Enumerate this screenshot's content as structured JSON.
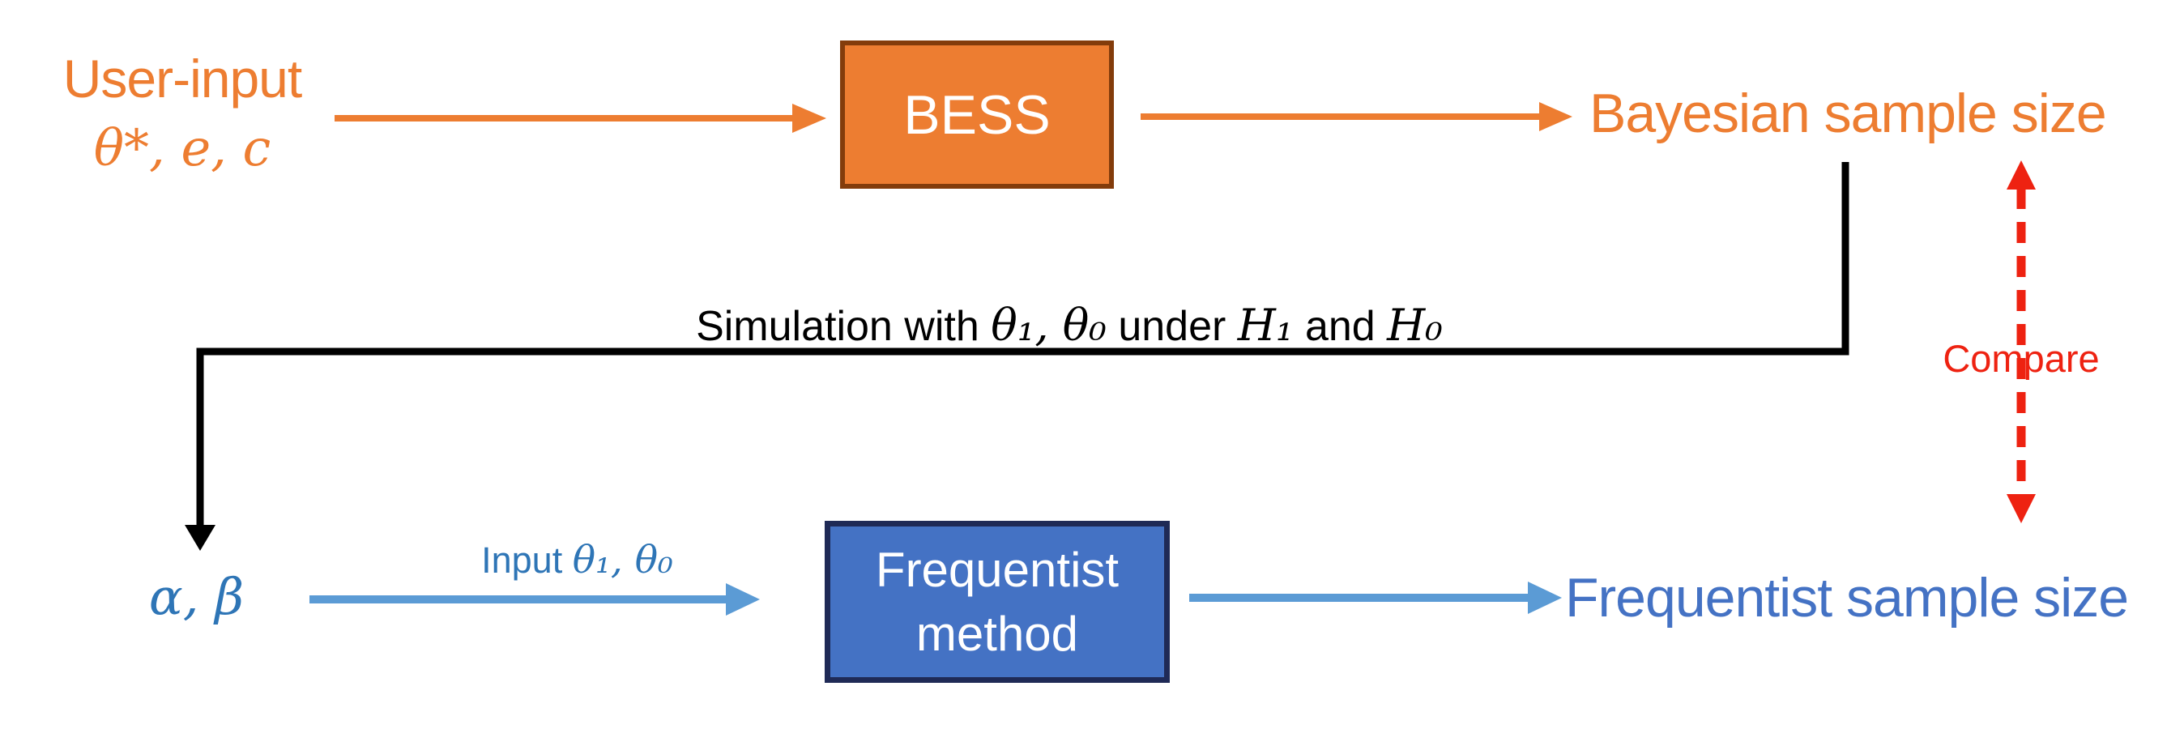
{
  "colors": {
    "orange": "#ED7D31",
    "orange_box_border": "#833C0B",
    "blue_box": "#4472C4",
    "blue_box_border": "#1F2A56",
    "blue_arrow": "#5B9BD5",
    "blue_text_dark": "#2E75B6",
    "blue_text": "#4472C4",
    "red": "#EE2211",
    "black": "#000000",
    "background": "#FFFFFF",
    "box_text": "#FFFFFF"
  },
  "nodes": {
    "user_input": {
      "title": "User-input",
      "params": "θ*, e, c"
    },
    "bess_box": {
      "label": "BESS"
    },
    "bayesian_output": {
      "label": "Bayesian sample size"
    },
    "alpha_beta": {
      "label": "α, β"
    },
    "frequentist_box": {
      "line1": "Frequentist",
      "line2": "method"
    },
    "frequentist_output": {
      "label": "Frequentist sample size"
    }
  },
  "edges": {
    "simulation": {
      "parts": [
        "Simulation with ",
        "θ₁, θ₀",
        " under ",
        "H₁",
        " and ",
        "H₀"
      ]
    },
    "input": {
      "parts": [
        "Input ",
        "θ₁, θ₀"
      ]
    },
    "compare": {
      "label": "Compare"
    }
  }
}
